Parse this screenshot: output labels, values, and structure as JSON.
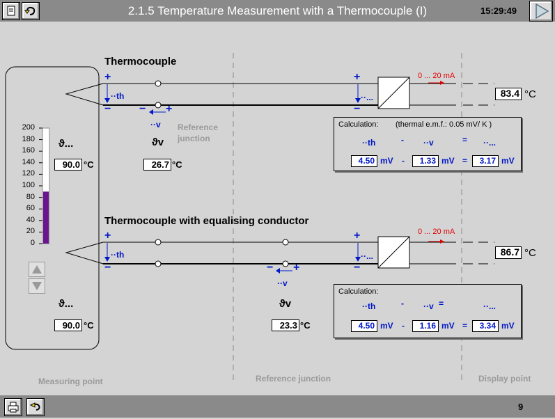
{
  "window": {
    "title": "2.1.5  Temperature Measurement with a Thermocouple (I)",
    "time": "15:29:49",
    "page_number": "9"
  },
  "icons": {
    "top_left": [
      "document-icon",
      "undo-icon"
    ],
    "top_right": "next-arrow-icon",
    "bottom_left": [
      "printer-icon",
      "return-icon"
    ]
  },
  "zones": {
    "measuring": "Measuring point",
    "reference": "Reference junction",
    "display": "Display point"
  },
  "thermometer": {
    "ticks": [
      "200",
      "180",
      "160",
      "140",
      "120",
      "100",
      "80",
      "60",
      "40",
      "20",
      "0"
    ],
    "max": 200,
    "level": 90.0,
    "fill_color": "#6a148e"
  },
  "section1": {
    "heading": "Thermocouple",
    "plus": "+",
    "minus": "−",
    "emf_label": "··th",
    "uv_label": "··v",
    "ref_text_1": "Reference",
    "ref_text_2": "junction",
    "out_label": "··...",
    "theta_meas": "ϑ...",
    "theta_meas_value": "90.0",
    "theta_v": "ϑv",
    "theta_v_value": "26.7",
    "unit_c": "°C",
    "current_range": "0 ... 20 mA",
    "display_value": "83.4",
    "display_unit": "°C",
    "calc": {
      "title": "Calculation:",
      "note": "(thermal e.m.f.:  0.05 mV/ K )",
      "sym1": "··th",
      "sym2": "··v",
      "sym3": "··...",
      "minus": "-",
      "equals": "=",
      "v1": "4.50",
      "v2": "1.33",
      "v3": "3.17",
      "unit": "mV"
    }
  },
  "section2": {
    "heading": "Thermocouple with equalising conductor",
    "plus": "+",
    "minus": "−",
    "emf_label": "··th",
    "uv_label": "··v",
    "out_label": "··...",
    "theta_meas": "ϑ...",
    "theta_meas_value": "90.0",
    "theta_v": "ϑv",
    "theta_v_value": "23.3",
    "unit_c": "°C",
    "current_range": "0 ... 20 mA",
    "display_value": "86.7",
    "display_unit": "°C",
    "calc": {
      "title": "Calculation:",
      "sym1": "··th",
      "sym2": "··v",
      "sym3": "··...",
      "minus": "-",
      "equals": "=",
      "v1": "4.50",
      "v2": "1.16",
      "v3": "3.34",
      "unit": "mV"
    }
  }
}
